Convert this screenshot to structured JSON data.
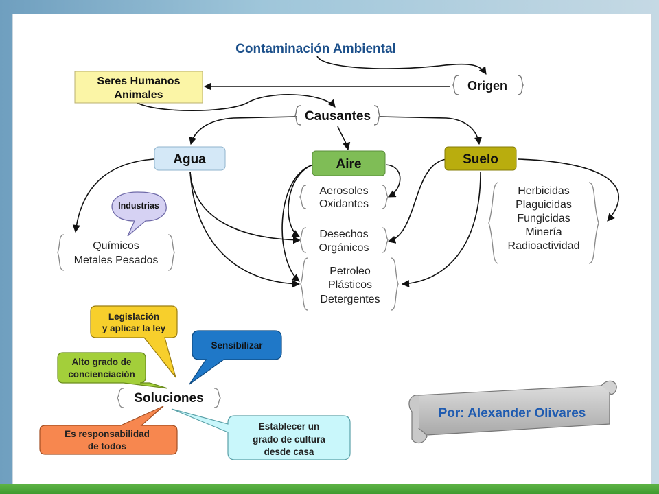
{
  "title": "Contaminación Ambiental",
  "nodes": {
    "seres": [
      "Seres Humanos",
      "Animales"
    ],
    "origen": "Origen",
    "causantes": "Causantes",
    "agua": "Agua",
    "aire": "Aire",
    "suelo": "Suelo",
    "industrias": "Industrias",
    "quimicos": [
      "Químicos",
      "Metales Pesados"
    ],
    "aerosoles": [
      "Aerosoles",
      "Oxidantes"
    ],
    "desechos": [
      "Desechos",
      "Orgánicos"
    ],
    "petroleo": [
      "Petroleo",
      "Plásticos",
      "Detergentes"
    ],
    "herbicidas": [
      "Herbicidas",
      "Plaguicidas",
      "Fungicidas",
      "Minería",
      "Radioactividad"
    ],
    "soluciones": "Soluciones",
    "legislacion": [
      "Legislación",
      "y aplicar la ley"
    ],
    "sensibilizar": "Sensibilizar",
    "alto_grado": [
      "Alto grado de",
      "concienciación"
    ],
    "responsabilidad": [
      "Es responsabilidad",
      "de todos"
    ],
    "cultura": [
      "Establecer un",
      "grado de cultura",
      "desde casa"
    ],
    "autor": "Por: Alexander Olivares"
  },
  "colors": {
    "title": "#1b4f8a",
    "yellow_box": "#fbf5a6",
    "agua_box": "#d4e8f7",
    "aire_box": "#7fbd56",
    "suelo_box": "#b9ad0e",
    "bubble_purple": "#d6d2f3",
    "bubble_yellow": "#f7cf2c",
    "bubble_blue": "#1f78c8",
    "bubble_green": "#a3cf3a",
    "bubble_orange": "#f7874f",
    "bubble_cyan": "#c9f7fb",
    "scroll": "#c4c4c4",
    "author": "#1f5bb0"
  }
}
